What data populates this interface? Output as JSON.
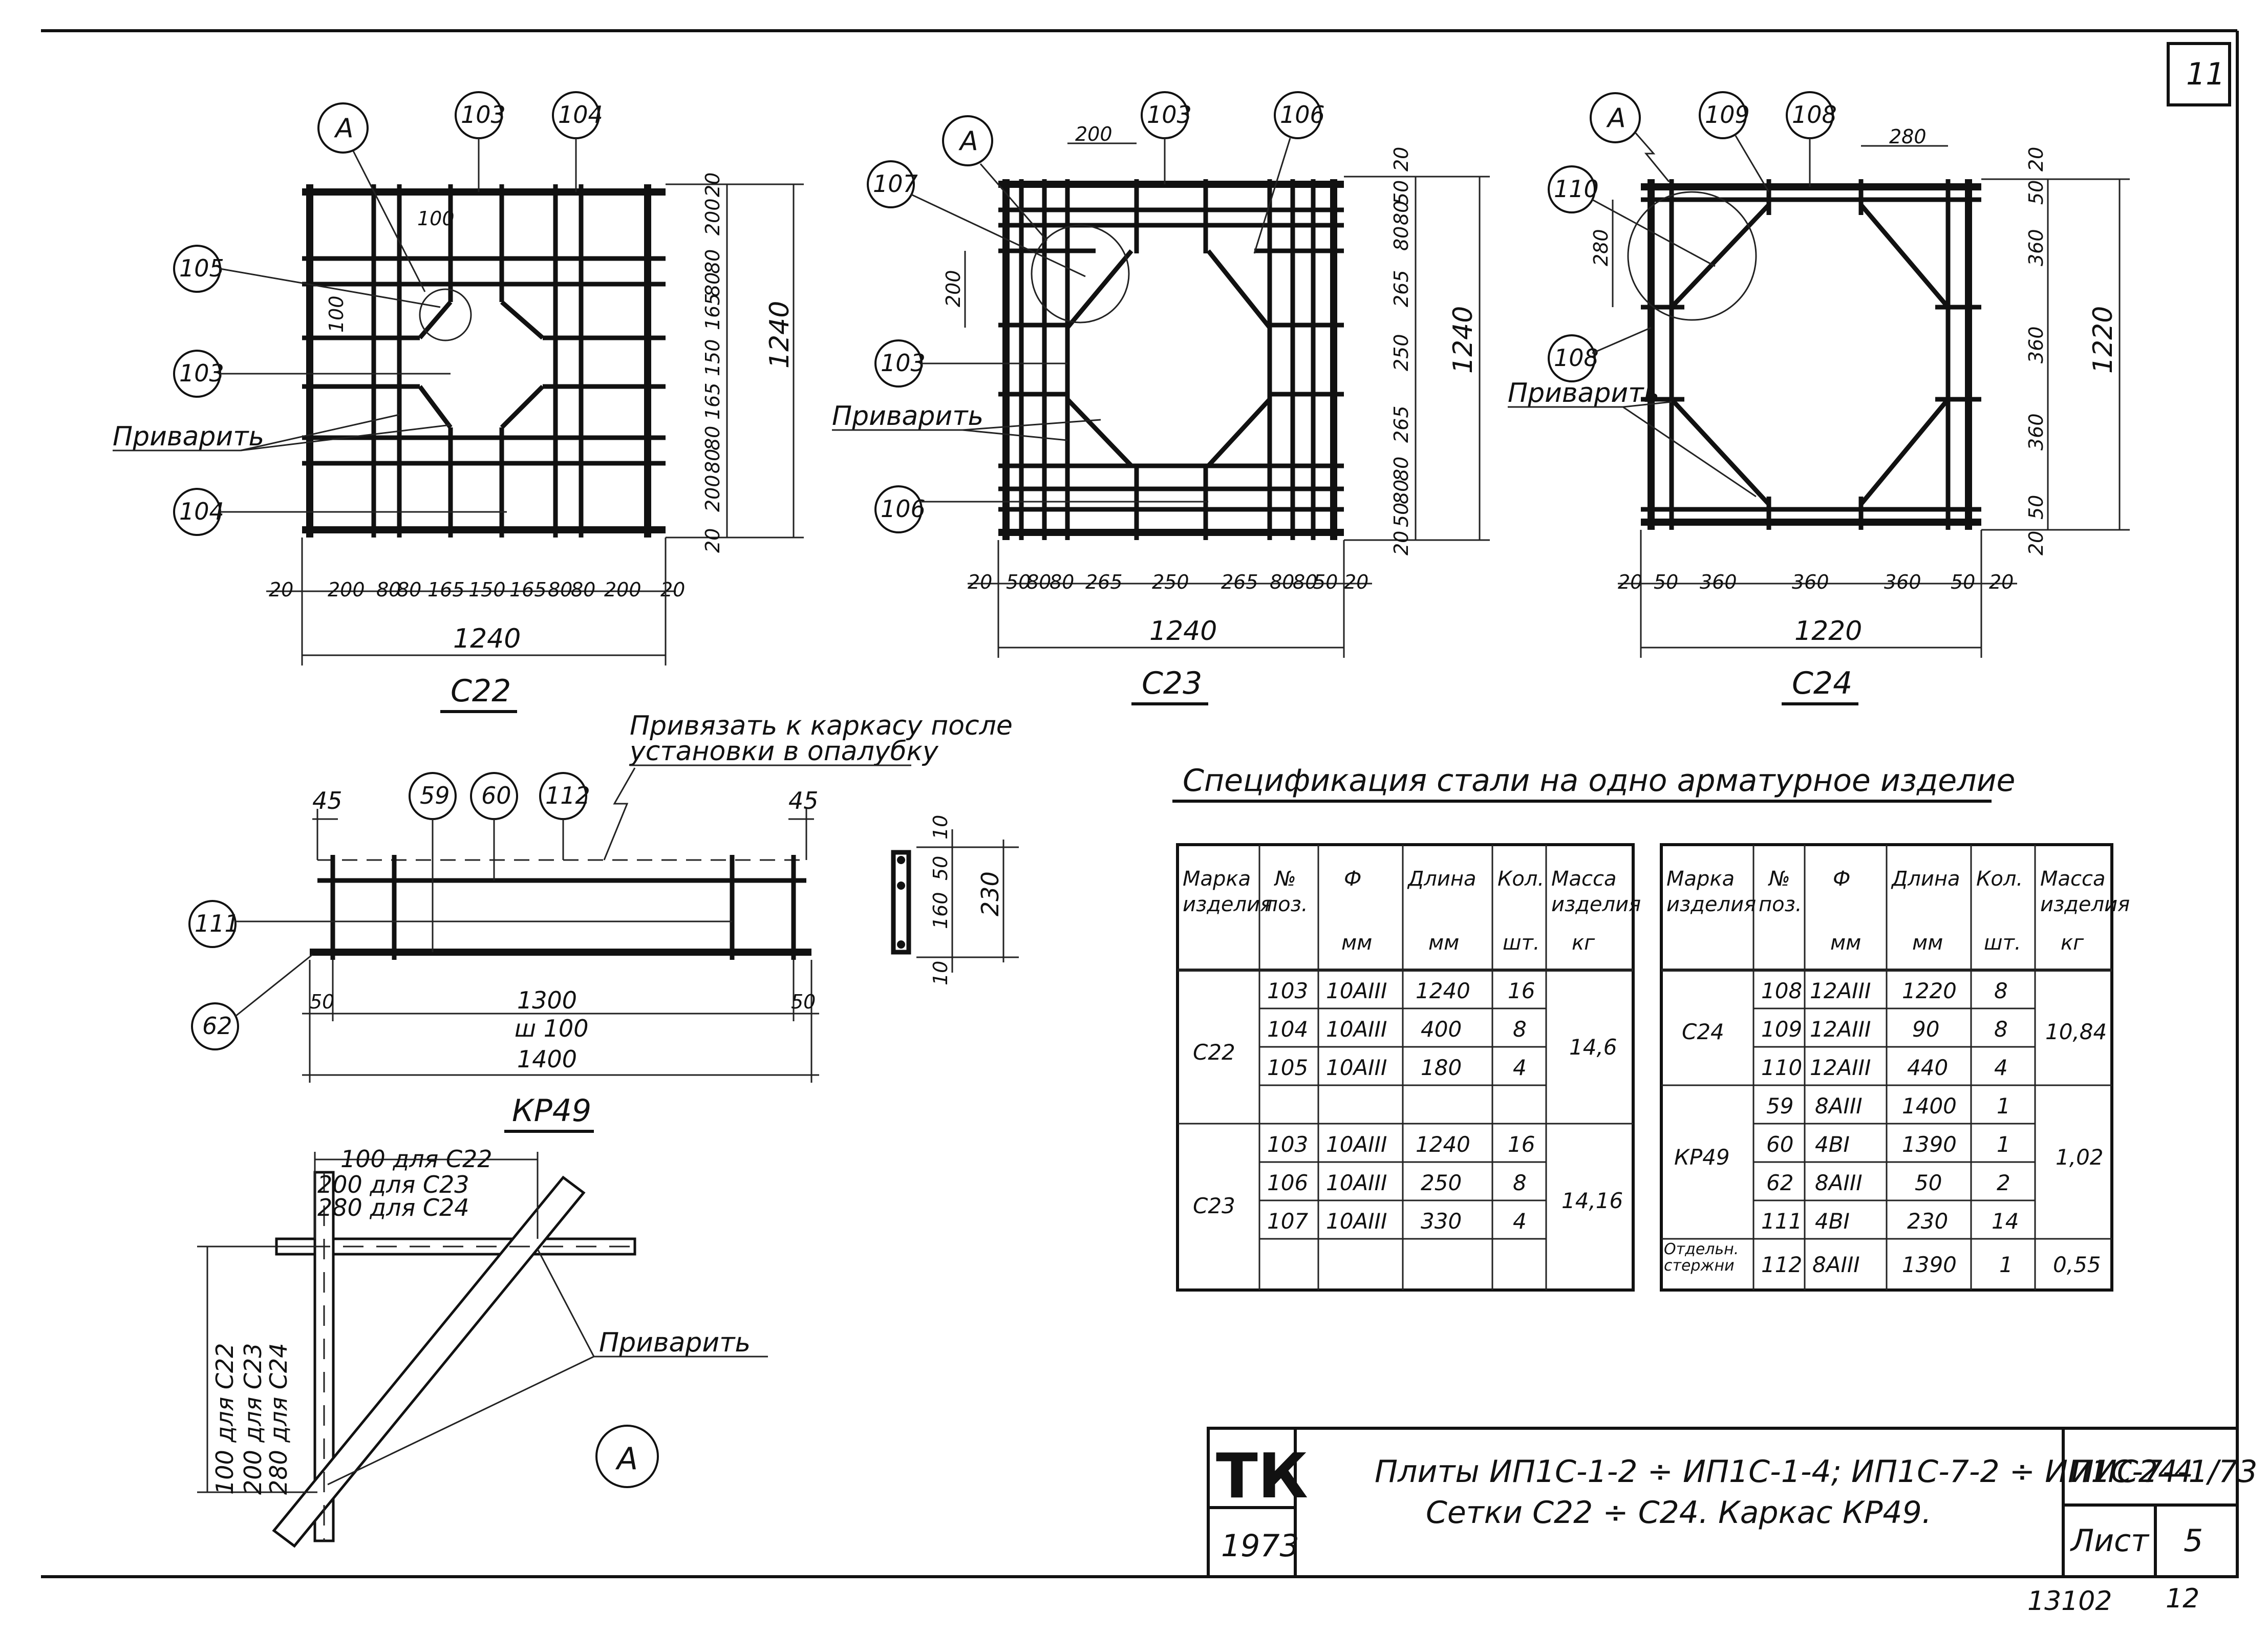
{
  "sheet": {
    "corner_number": "11",
    "bottom_numbers": [
      "13102",
      "12"
    ]
  },
  "meshes": [
    {
      "name": "С22",
      "callouts": [
        "А",
        "103",
        "104",
        "105",
        "103",
        "104"
      ],
      "weld_label": "Приварить",
      "overall_width": "1240",
      "overall_height": "1240",
      "bottom_dims": [
        "20",
        "200",
        "80",
        "80",
        "165",
        "150",
        "165",
        "80",
        "80",
        "200",
        "20"
      ],
      "right_dims": [
        "20",
        "200",
        "80",
        "80",
        "165",
        "150",
        "165",
        "80",
        "80",
        "200",
        "20"
      ],
      "inner_dims": [
        "100",
        "100"
      ]
    },
    {
      "name": "С23",
      "callouts": [
        "А",
        "103",
        "106",
        "107",
        "103",
        "106"
      ],
      "weld_label": "Приварить",
      "overall_width": "1240",
      "overall_height": "1240",
      "bottom_dims": [
        "20",
        "50",
        "80",
        "80",
        "265",
        "250",
        "265",
        "80",
        "80",
        "50",
        "20"
      ],
      "right_dims": [
        "20",
        "50",
        "80",
        "80",
        "265",
        "250",
        "265",
        "80",
        "80",
        "50",
        "20"
      ],
      "inner_dims": [
        "200",
        "200"
      ]
    },
    {
      "name": "С24",
      "callouts": [
        "А",
        "109",
        "108",
        "110",
        "108"
      ],
      "weld_label": "Приварить",
      "overall_width": "1220",
      "overall_height": "1220",
      "bottom_dims": [
        "20",
        "50",
        "360",
        "360",
        "360",
        "50",
        "20"
      ],
      "right_dims": [
        "20",
        "50",
        "360",
        "360",
        "360",
        "50",
        "20"
      ],
      "inner_dims": [
        "280",
        "280"
      ]
    }
  ],
  "cage": {
    "name": "КР49",
    "note_line1": "Привязать к каркасу после",
    "note_line2": "установки в опалубку",
    "callouts": [
      "59",
      "60",
      "112",
      "111",
      "62"
    ],
    "dims_top": [
      "45",
      "45"
    ],
    "dims_bottom": [
      "50",
      "1300",
      "50"
    ],
    "pitch": "ш 100",
    "overall": "1400",
    "section_dims": [
      "10",
      "50",
      "160",
      "10",
      "230"
    ]
  },
  "detail_a": {
    "label": "А",
    "weld_label": "Приварить",
    "horizontal_notes": [
      "100 для С22",
      "200 для С23",
      "280 для С24"
    ],
    "vertical_notes": [
      "100 для С22",
      "200 для С23",
      "280 для С24"
    ]
  },
  "spec": {
    "title": "Спецификация стали на одно арматурное изделие",
    "headers": [
      {
        "top": "Марка",
        "bottom": "изделия",
        "unit": ""
      },
      {
        "top": "№",
        "bottom": "поз.",
        "unit": ""
      },
      {
        "top": "Ф",
        "bottom": "",
        "unit": "мм"
      },
      {
        "top": "Длина",
        "bottom": "",
        "unit": "мм"
      },
      {
        "top": "Кол.",
        "bottom": "",
        "unit": "шт."
      },
      {
        "top": "Масса",
        "bottom": "изделия",
        "unit": "кг"
      }
    ],
    "left_groups": [
      {
        "mark": "С22",
        "mass": "14,6",
        "rows": [
          [
            "103",
            "10АIII",
            "1240",
            "16"
          ],
          [
            "104",
            "10АIII",
            "400",
            "8"
          ],
          [
            "105",
            "10АIII",
            "180",
            "4"
          ],
          [
            "",
            "",
            "",
            ""
          ]
        ]
      },
      {
        "mark": "С23",
        "mass": "14,16",
        "rows": [
          [
            "103",
            "10АIII",
            "1240",
            "16"
          ],
          [
            "106",
            "10АIII",
            "250",
            "8"
          ],
          [
            "107",
            "10АIII",
            "330",
            "4"
          ],
          [
            "",
            "",
            "",
            ""
          ]
        ]
      }
    ],
    "right_groups": [
      {
        "mark": "С24",
        "mass": "10,84",
        "rows": [
          [
            "108",
            "12АIII",
            "1220",
            "8"
          ],
          [
            "109",
            "12АIII",
            "90",
            "8"
          ],
          [
            "110",
            "12АIII",
            "440",
            "4"
          ]
        ]
      },
      {
        "mark": "КР49",
        "mass": "1,02",
        "rows": [
          [
            "59",
            "8АIII",
            "1400",
            "1"
          ],
          [
            "60",
            "4ВI",
            "1390",
            "1"
          ],
          [
            "62",
            "8АIII",
            "50",
            "2"
          ],
          [
            "111",
            "4ВI",
            "230",
            "14"
          ]
        ]
      },
      {
        "mark": "Отдельн. стержни",
        "mass": "0,55",
        "rows": [
          [
            "112",
            "8АIII",
            "1390",
            "1"
          ]
        ]
      }
    ]
  },
  "title_block": {
    "tk": "ТК",
    "year": "1973",
    "line1": "Плиты ИП1С-1-2 ÷ ИП1С-1-4; ИП1С-7-2 ÷ ИП1С-7-4",
    "line2": "Сетки С22 ÷ С24.  Каркас КР49.",
    "code": "ИИС24-1/73",
    "sheet_label": "Лист",
    "sheet_no": "5"
  }
}
